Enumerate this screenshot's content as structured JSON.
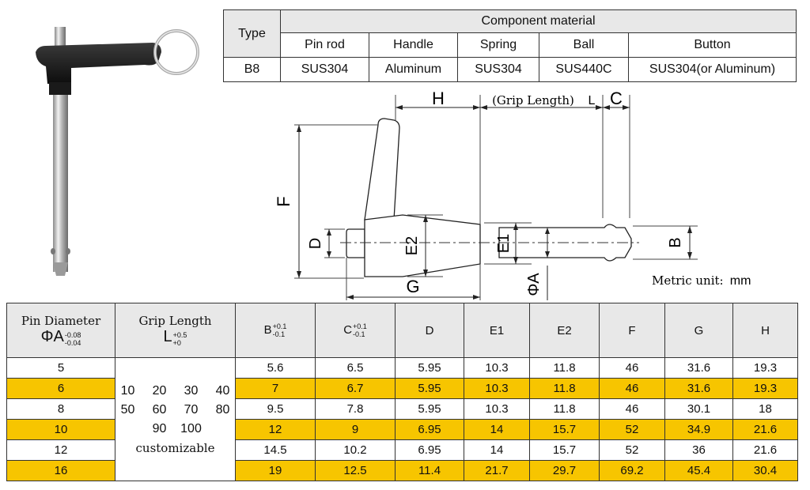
{
  "material_table": {
    "type_header": "Type",
    "component_header": "Component material",
    "columns": [
      "Pin rod",
      "Handle",
      "Spring",
      "Ball",
      "Button"
    ],
    "row": {
      "type": "B8",
      "values": [
        "SUS304",
        "Aluminum",
        "SUS304",
        "SUS440C",
        "SUS304(or Aluminum)"
      ]
    }
  },
  "diagram": {
    "grip_length_label": "(Grip Length)",
    "labels": {
      "H": "H",
      "L": "L",
      "C": "C",
      "F": "F",
      "D": "D",
      "E2": "E2",
      "E1": "E1",
      "B": "B",
      "G": "G",
      "A": "ΦA"
    },
    "metric_prefix": "Metric unit:",
    "metric_unit": "mm"
  },
  "dims_table": {
    "pin_diameter": {
      "label": "Pin Diameter",
      "symbol": "ΦA",
      "tol_upper": "-0.08",
      "tol_lower": "-0.04"
    },
    "grip_length": {
      "label": "Grip Length",
      "symbol": "L",
      "tol_upper": "+0.5",
      "tol_lower": "+0"
    },
    "dim_headers": [
      {
        "name": "B",
        "tol_upper": "+0.1",
        "tol_lower": "-0.1"
      },
      {
        "name": "C",
        "tol_upper": "+0.1",
        "tol_lower": "-0.1"
      },
      {
        "name": "D"
      },
      {
        "name": "E1"
      },
      {
        "name": "E2"
      },
      {
        "name": "F"
      },
      {
        "name": "G"
      },
      {
        "name": "H"
      }
    ],
    "grip_values": [
      "10",
      "20",
      "30",
      "40",
      "50",
      "60",
      "70",
      "80",
      "90",
      "100"
    ],
    "grip_note": "customizable",
    "rows": [
      {
        "diameter": "5",
        "values": [
          "5.6",
          "6.5",
          "5.95",
          "10.3",
          "11.8",
          "46",
          "31.6",
          "19.3"
        ],
        "highlight": false
      },
      {
        "diameter": "6",
        "values": [
          "7",
          "6.7",
          "5.95",
          "10.3",
          "11.8",
          "46",
          "31.6",
          "19.3"
        ],
        "highlight": true
      },
      {
        "diameter": "8",
        "values": [
          "9.5",
          "7.8",
          "5.95",
          "10.3",
          "11.8",
          "46",
          "30.1",
          "18"
        ],
        "highlight": false
      },
      {
        "diameter": "10",
        "values": [
          "12",
          "9",
          "6.95",
          "14",
          "15.7",
          "52",
          "34.9",
          "21.6"
        ],
        "highlight": true
      },
      {
        "diameter": "12",
        "values": [
          "14.5",
          "10.2",
          "6.95",
          "14",
          "15.7",
          "52",
          "36",
          "21.6"
        ],
        "highlight": false
      },
      {
        "diameter": "16",
        "values": [
          "19",
          "12.5",
          "11.4",
          "21.7",
          "29.7",
          "69.2",
          "45.4",
          "30.4"
        ],
        "highlight": true
      }
    ]
  }
}
